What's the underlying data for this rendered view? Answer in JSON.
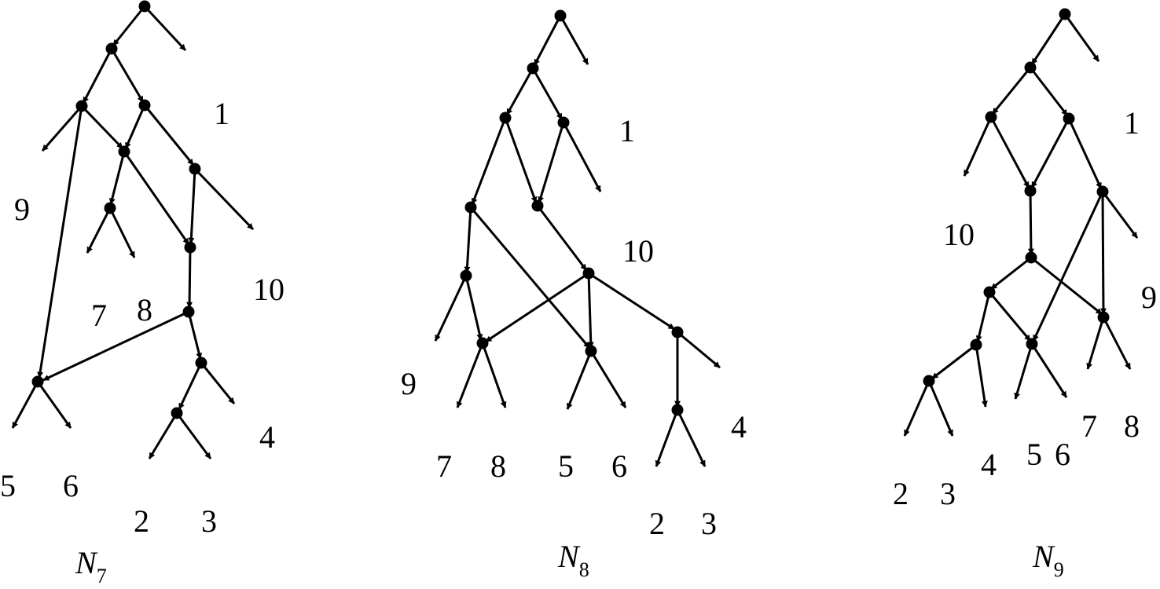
{
  "networks": [
    {
      "name": "N",
      "subscript": "7",
      "leaf_labels": [
        "1",
        "9",
        "10",
        "7",
        "8",
        "4",
        "5",
        "6",
        "2",
        "3"
      ]
    },
    {
      "name": "N",
      "subscript": "8",
      "leaf_labels": [
        "1",
        "10",
        "9",
        "7",
        "8",
        "5",
        "6",
        "4",
        "2",
        "3"
      ]
    },
    {
      "name": "N",
      "subscript": "9",
      "leaf_labels": [
        "1",
        "10",
        "9",
        "7",
        "8",
        "5",
        "6",
        "4",
        "2",
        "3"
      ]
    }
  ]
}
